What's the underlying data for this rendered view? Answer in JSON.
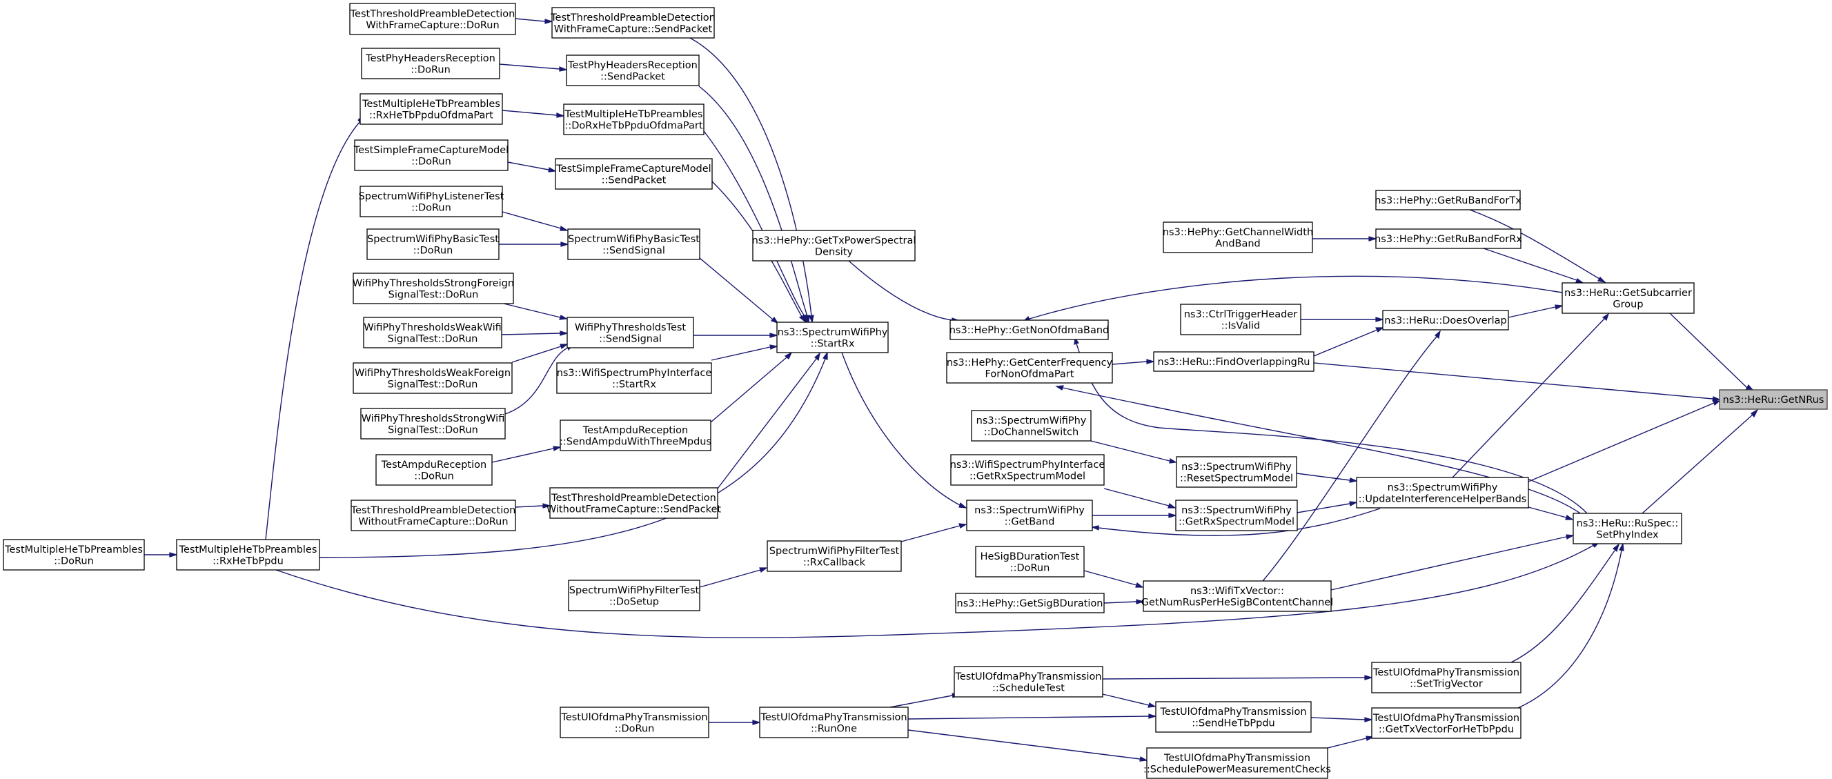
{
  "diagram": {
    "type": "call-graph",
    "colors": {
      "edge": "#191970",
      "node_border": "#000000",
      "focus_fill": "#bfbfbf",
      "node_fill": "#ffffff"
    },
    "nodes": [
      {
        "id": "n01",
        "lines": [
          "TestThresholdPreambleDetection",
          "WithFrameCapture::DoRun"
        ]
      },
      {
        "id": "n02",
        "lines": [
          "TestThresholdPreambleDetection",
          "WithFrameCapture::SendPacket"
        ]
      },
      {
        "id": "n03",
        "lines": [
          "TestPhyHeadersReception",
          "::DoRun"
        ]
      },
      {
        "id": "n04",
        "lines": [
          "TestPhyHeadersReception",
          "::SendPacket"
        ]
      },
      {
        "id": "n05",
        "lines": [
          "TestMultipleHeTbPreambles",
          "::RxHeTbPpduOfdmaPart"
        ]
      },
      {
        "id": "n06",
        "lines": [
          "TestMultipleHeTbPreambles",
          "::DoRxHeTbPpduOfdmaPart"
        ]
      },
      {
        "id": "n07",
        "lines": [
          "TestSimpleFrameCaptureModel",
          "::DoRun"
        ]
      },
      {
        "id": "n08",
        "lines": [
          "TestSimpleFrameCaptureModel",
          "::SendPacket"
        ]
      },
      {
        "id": "n09",
        "lines": [
          "SpectrumWifiPhyListenerTest",
          "::DoRun"
        ]
      },
      {
        "id": "n10",
        "lines": [
          "SpectrumWifiPhyBasicTest",
          "::DoRun"
        ]
      },
      {
        "id": "n11",
        "lines": [
          "SpectrumWifiPhyBasicTest",
          "::SendSignal"
        ]
      },
      {
        "id": "n12",
        "lines": [
          "WifiPhyThresholdsStrongForeign",
          "SignalTest::DoRun"
        ]
      },
      {
        "id": "n13",
        "lines": [
          "WifiPhyThresholdsWeakWifi",
          "SignalTest::DoRun"
        ]
      },
      {
        "id": "n14",
        "lines": [
          "WifiPhyThresholdsTest",
          "::SendSignal"
        ]
      },
      {
        "id": "n15",
        "lines": [
          "WifiPhyThresholdsWeakForeign",
          "SignalTest::DoRun"
        ]
      },
      {
        "id": "n16",
        "lines": [
          "WifiPhyThresholdsStrongWifi",
          "SignalTest::DoRun"
        ]
      },
      {
        "id": "n17",
        "lines": [
          "ns3::WifiSpectrumPhyInterface",
          "::StartRx"
        ]
      },
      {
        "id": "n18",
        "lines": [
          "TestAmpduReception",
          "::SendAmpduWithThreeMpdus"
        ]
      },
      {
        "id": "n19",
        "lines": [
          "TestAmpduReception",
          "::DoRun"
        ]
      },
      {
        "id": "n20",
        "lines": [
          "TestThresholdPreambleDetection",
          "WithoutFrameCapture::DoRun"
        ]
      },
      {
        "id": "n21",
        "lines": [
          "TestThresholdPreambleDetection",
          "WithoutFrameCapture::SendPacket"
        ]
      },
      {
        "id": "n22",
        "lines": [
          "TestMultipleHeTbPreambles",
          "::DoRun"
        ]
      },
      {
        "id": "n23",
        "lines": [
          "TestMultipleHeTbPreambles",
          "::RxHeTbPpdu"
        ]
      },
      {
        "id": "n24",
        "lines": [
          "ns3::SpectrumWifiPhy",
          "::StartRx"
        ]
      },
      {
        "id": "n25",
        "lines": [
          "ns3::HePhy::GetTxPowerSpectral",
          "Density"
        ]
      },
      {
        "id": "n26",
        "lines": [
          "ns3::HePhy::GetNonOfdmaBand"
        ]
      },
      {
        "id": "n27",
        "lines": [
          "ns3::HePhy::GetCenterFrequency",
          "ForNonOfdmaPart"
        ]
      },
      {
        "id": "n28",
        "lines": [
          "ns3::SpectrumWifiPhy",
          "::DoChannelSwitch"
        ]
      },
      {
        "id": "n29",
        "lines": [
          "ns3::WifiSpectrumPhyInterface",
          "::GetRxSpectrumModel"
        ]
      },
      {
        "id": "n30",
        "lines": [
          "ns3::SpectrumWifiPhy",
          "::GetBand"
        ]
      },
      {
        "id": "n31",
        "lines": [
          "SpectrumWifiPhyFilterTest",
          "::RxCallback"
        ]
      },
      {
        "id": "n32",
        "lines": [
          "SpectrumWifiPhyFilterTest",
          "::DoSetup"
        ]
      },
      {
        "id": "n33",
        "lines": [
          "HeSigBDurationTest",
          "::DoRun"
        ]
      },
      {
        "id": "n34",
        "lines": [
          "ns3::HePhy::GetSigBDuration"
        ]
      },
      {
        "id": "n35",
        "lines": [
          "ns3::HePhy::GetChannelWidth",
          "AndBand"
        ]
      },
      {
        "id": "n36",
        "lines": [
          "ns3::CtrlTriggerHeader",
          "::IsValid"
        ]
      },
      {
        "id": "n37",
        "lines": [
          "ns3::HeRu::FindOverlappingRu"
        ]
      },
      {
        "id": "n38",
        "lines": [
          "ns3::SpectrumWifiPhy",
          "::ResetSpectrumModel"
        ]
      },
      {
        "id": "n39",
        "lines": [
          "ns3::SpectrumWifiPhy",
          "::GetRxSpectrumModel"
        ]
      },
      {
        "id": "n40",
        "lines": [
          "ns3::WifiTxVector::",
          "GetNumRusPerHeSigBContentChannel"
        ]
      },
      {
        "id": "n41",
        "lines": [
          "ns3::HePhy::GetRuBandForTx"
        ]
      },
      {
        "id": "n42",
        "lines": [
          "ns3::HePhy::GetRuBandForRx"
        ]
      },
      {
        "id": "n43",
        "lines": [
          "ns3::HeRu::DoesOverlap"
        ]
      },
      {
        "id": "n44",
        "lines": [
          "ns3::SpectrumWifiPhy",
          "::UpdateInterferenceHelperBands"
        ]
      },
      {
        "id": "n45",
        "lines": [
          "ns3::HeRu::GetSubcarrier",
          "Group"
        ]
      },
      {
        "id": "n46",
        "lines": [
          "ns3::HeRu::RuSpec::",
          "SetPhyIndex"
        ]
      },
      {
        "id": "n47",
        "lines": [
          "ns3::HeRu::GetNRus"
        ]
      },
      {
        "id": "n48",
        "lines": [
          "TestUlOfdmaPhyTransmission",
          "::DoRun"
        ]
      },
      {
        "id": "n49",
        "lines": [
          "TestUlOfdmaPhyTransmission",
          "::RunOne"
        ]
      },
      {
        "id": "n50",
        "lines": [
          "TestUlOfdmaPhyTransmission",
          "::ScheduleTest"
        ]
      },
      {
        "id": "n51",
        "lines": [
          "TestUlOfdmaPhyTransmission",
          "::SendHeTbPpdu"
        ]
      },
      {
        "id": "n52",
        "lines": [
          "TestUlOfdmaPhyTransmission",
          "::SchedulePowerMeasurementChecks"
        ]
      },
      {
        "id": "n53",
        "lines": [
          "TestUlOfdmaPhyTransmission",
          "::SetTrigVector"
        ]
      },
      {
        "id": "n54",
        "lines": [
          "TestUlOfdmaPhyTransmission",
          "::GetTxVectorForHeTbPpdu"
        ]
      }
    ]
  }
}
